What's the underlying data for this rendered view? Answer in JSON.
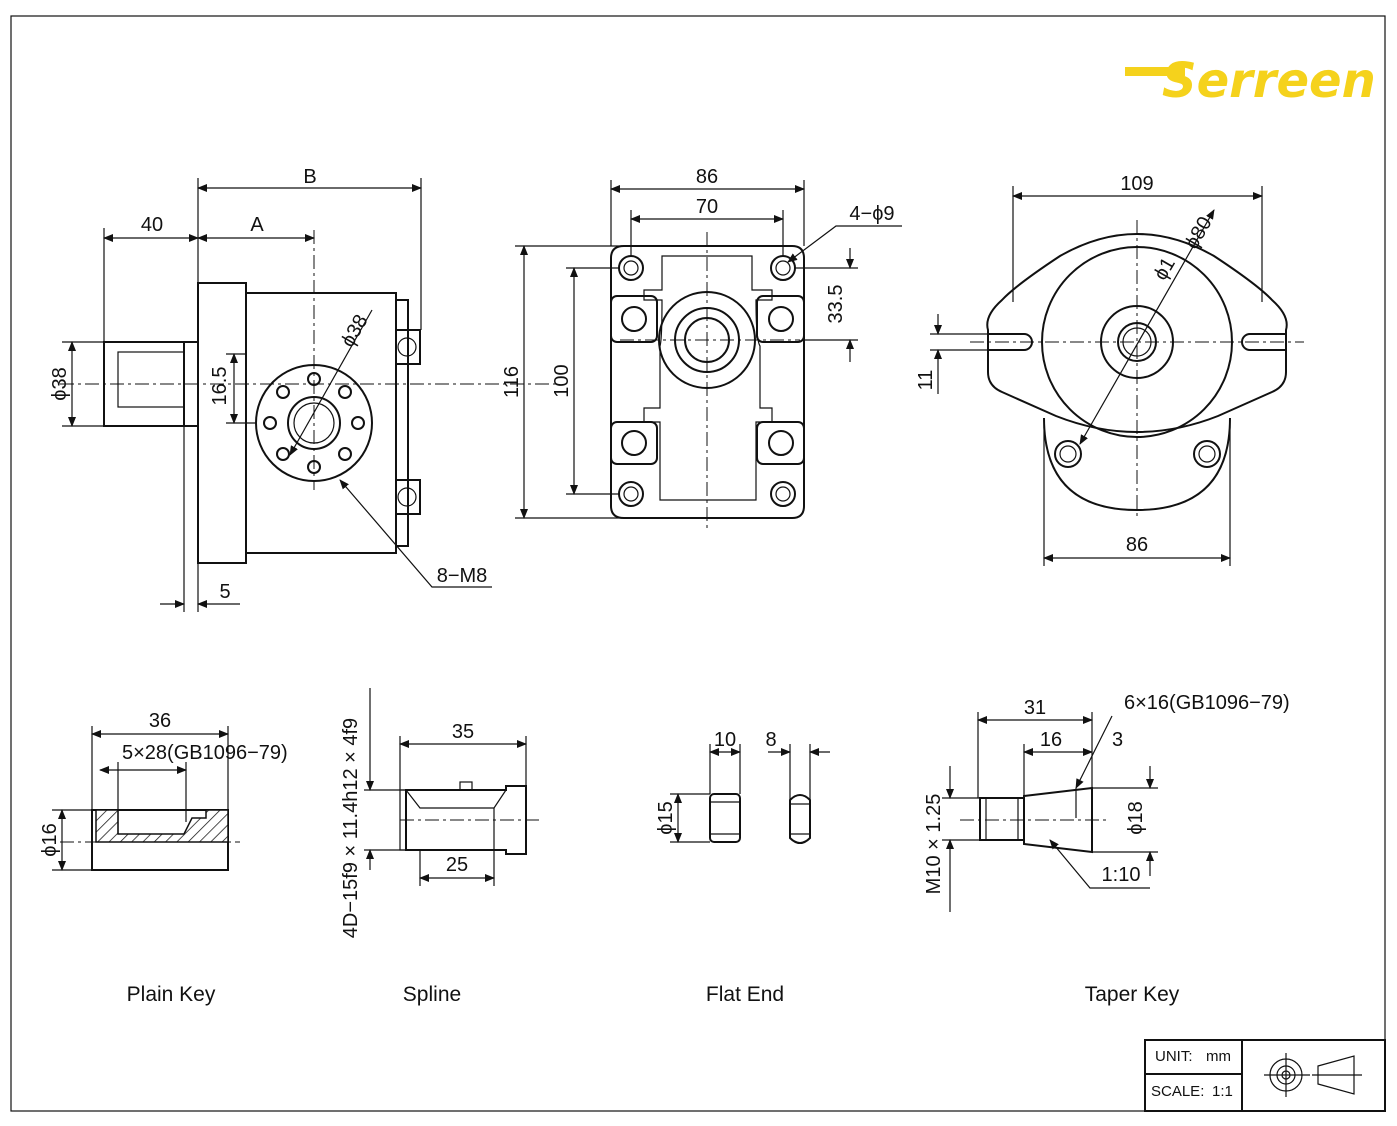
{
  "brand": {
    "name": "Serreen",
    "color": "#f5d21c"
  },
  "title_block": {
    "unit_label": "UNIT:",
    "unit_value": "mm",
    "scale_label": "SCALE:",
    "scale_value": "1:1"
  },
  "side_view": {
    "dims": {
      "B": "B",
      "A": "A",
      "d40": "40",
      "phi38_shaft": "ϕ38",
      "d16_5": "16.5",
      "phi38_pcd": "ϕ38",
      "d5": "5",
      "thread": "8−M8"
    }
  },
  "front_view": {
    "dims": {
      "d86": "86",
      "d70": "70",
      "holes": "4−ϕ9",
      "d33_5": "33.5",
      "d116": "116",
      "d100": "100"
    }
  },
  "flange_view": {
    "dims": {
      "d109": "109",
      "phi80": "ϕ80",
      "phi1": "ϕ1",
      "d11": "11",
      "d86b": "86"
    }
  },
  "shaft_ends": [
    {
      "caption": "Plain Key",
      "dims": {
        "len": "36",
        "key": "5×28(GB1096−79)",
        "dia": "ϕ16"
      }
    },
    {
      "caption": "Spline",
      "dims": {
        "len": "35",
        "len2": "25",
        "spec": "4D−15f9 × 11.4h12 × 4f9"
      }
    },
    {
      "caption": "Flat End",
      "dims": {
        "w1": "10",
        "w2": "8",
        "dia": "ϕ15"
      }
    },
    {
      "caption": "Taper Key",
      "dims": {
        "len": "31",
        "len2": "16",
        "key": "6×16(GB1096−79)",
        "k3": "3",
        "dia": "ϕ18",
        "thread": "M10 × 1.25",
        "taper": "1:10"
      }
    }
  ]
}
